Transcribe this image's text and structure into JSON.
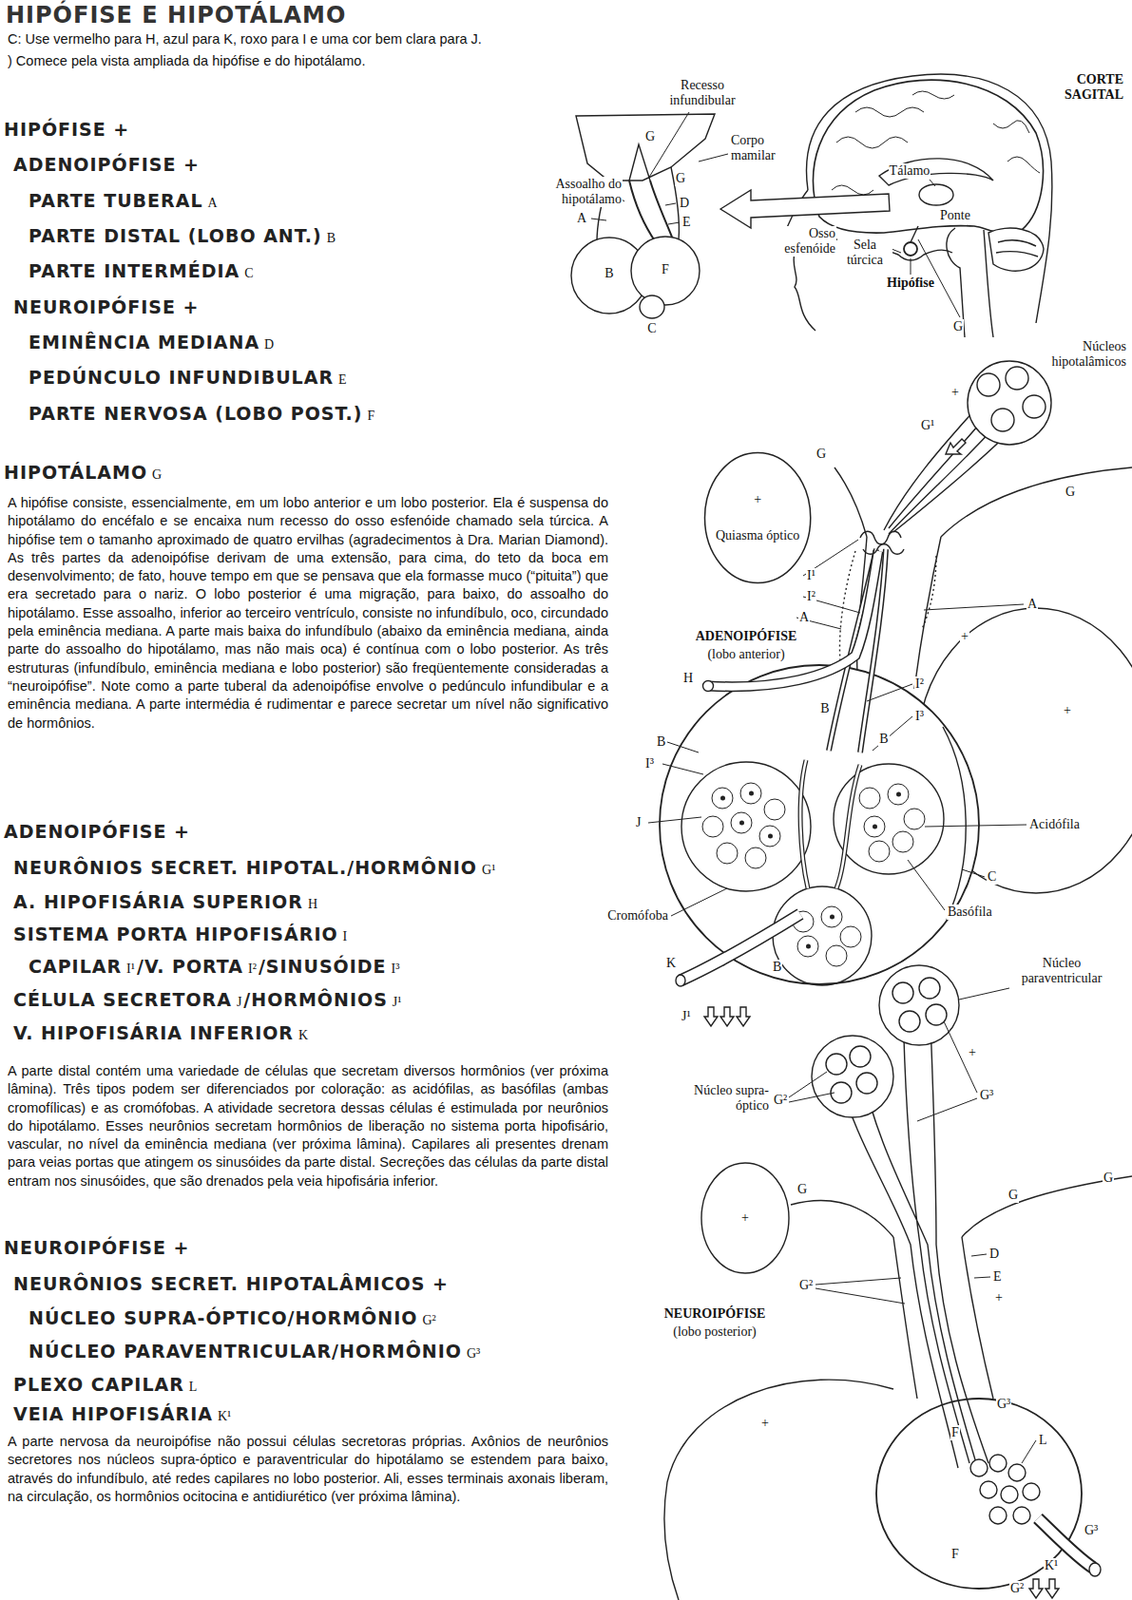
{
  "diagram": {
    "title": "HIPÓFISE E HIPOTÁLAMO",
    "nodes": [
      {
        "text": [
          "+",
          "Quiasma óptico"
        ]
      }
    ],
    "labels": [
      "C: Use vermelho para H, azul para K, roxo para I e uma cor bem clara para J.",
      ") Comece pela vista ampliada da hipófise e do hipotálamo.",
      "HIPÓFISE +",
      "ADENOIPÓFISE +",
      "PARTE TUBERAL",
      "A",
      "PARTE DISTAL (LOBO ANT.)",
      "B",
      "PARTE INTERMÉDIA",
      "C",
      "NEUROIPÓFISE +",
      "EMINÊNCIA MEDIANA",
      "D",
      "PEDÚNCULO INFUNDIBULAR",
      "E",
      "PARTE NERVOSA (LOBO POST.)",
      "F",
      "HIPOTÁLAMO",
      "G",
      "A hipófise consiste, essencialmente, em um lobo anterior e um lobo posterior. Ela é suspensa do hipotálamo do encéfalo e se encaixa num recesso do osso esfenóide chamado sela túrcica. A hipófise tem o tamanho aproximado de quatro ervilhas (agradecimentos à Dra. Marian Diamond). As três partes da adenoipófise derivam de uma extensão, para cima, do teto da boca em desenvolvimento; de fato, houve tempo em que se pensava que ela formasse muco (“pituita”) que era secretado para o nariz. O lobo posterior é uma migração, para baixo, do assoalho do hipotálamo. Esse assoalho, inferior ao terceiro ventrículo, consiste no infundíbulo, oco, circundado pela eminência mediana. A parte mais baixa do infundíbulo (abaixo da eminência mediana, ainda parte do assoalho do hipotálamo, mas não mais oca) é contínua com o lobo posterior. As três estruturas (infundíbulo, eminência mediana e lobo posterior) são freqüentemente consideradas a “neuroipófise”. Note como a parte tuberal da adenoipófise envolve o pedúnculo infundibular e a eminência mediana. A parte intermédia é rudimentar e parece secretar um nível não significativo de hormônios.",
      "ADENOIPÓFISE +",
      "NEURÔNIOS SECRET. HIPOTAL./HORMÔNIO",
      "G¹",
      "A. HIPOFISÁRIA SUPERIOR",
      "H",
      "SISTEMA PORTA HIPOFISÁRIO",
      "I",
      "CAPILAR",
      "I¹",
      "/V. PORTA",
      "I²",
      "/SINUSÓIDE",
      "I³",
      "CÉLULA SECRETORA",
      "J",
      "/HORMÔNIOS",
      "J¹",
      "V. HIPOFISÁRIA INFERIOR",
      "K",
      "A parte distal contém uma variedade de células que secretam diversos hormônios (ver próxima lâmina). Três tipos podem ser diferenciados por coloração: as acidófilas, as basófilas (ambas cromofílicas) e as cromófobas. A atividade secretora dessas células é estimulada por neurônios do hipotálamo. Esses neurônios secretam hormônios de liberação no sistema porta hipofisário, vascular, no nível da eminência mediana (ver próxima lâmina). Capilares ali presentes drenam para veias portas que atingem os sinusóides da parte distal. Secreções das células da parte distal entram nos sinusóides, que são drenados pela veia hipofisária inferior.",
      "NEUROIPÓFISE +",
      "NEURÔNIOS SECRET. HIPOTALÂMICOS +",
      "NÚCLEO SUPRA-ÓPTICO/HORMÔNIO",
      "G²",
      "NÚCLEO PARAVENTRICULAR/HORMÔNIO",
      "G³",
      "PLEXO CAPILAR",
      "L",
      "VEIA HIPOFISÁRIA",
      "K¹",
      "A parte nervosa da neuroipófise não possui células secretoras próprias. Axônios de neurônios secretores nos núcleos supra-óptico e paraventricular do hipotálamo se estendem para baixo, através do infundíbulo, até redes capilares no lobo posterior. Ali, esses terminais axonais liberam, na circulação, os hormônios ocitocina e antidiurético (ver próxima lâmina).",
      "CORTE SAGITAL",
      "Recesso infundibular",
      "Corpo mamilar",
      "Assoalho do hipotálamo",
      "G",
      "G",
      "A",
      "D",
      "E",
      "B",
      "F",
      "C",
      "Tálamo",
      "Ponte",
      "Osso esfenóide",
      "Sela túrcica",
      "Hipófise",
      "G",
      "Núcleos hipotalâmicos",
      "+",
      "G¹",
      "I¹",
      "I²",
      "A",
      "A",
      "+",
      "ADENOIPÓFISE",
      "(lobo anterior)",
      "+",
      "H",
      "B",
      "B",
      "I²",
      "I³",
      "B",
      "I³",
      "J",
      "Acidófila",
      "C",
      "Basófila",
      "Cromófoba",
      "K",
      "B",
      "J¹",
      "G",
      "G",
      "Núcleo paraventricular",
      "Núcleo supra-óptico",
      "G²",
      "G³",
      "+",
      "+",
      "G",
      "G",
      "G",
      "D",
      "E",
      "+",
      "G²",
      "NEUROIPÓFISE",
      "(lobo posterior)",
      "+",
      "G³",
      "F",
      "L",
      "F",
      "K¹",
      "G³",
      "G²"
    ]
  }
}
